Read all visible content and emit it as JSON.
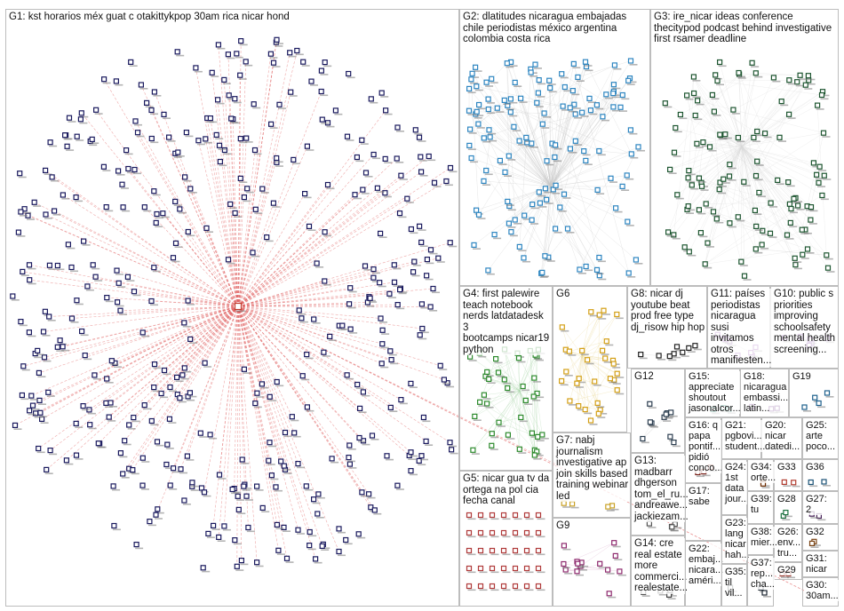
{
  "colors": {
    "G1": "#1a1a5e",
    "G2": "#2e86c1",
    "G3": "#1e5631",
    "G4": "#2e8b2e",
    "G5": "#b03a3a",
    "G6": "#d4a017",
    "G7": "#c9a227",
    "G8": "#222222",
    "G9": "#8e2a6e",
    "G10": "#7a3ea1",
    "G11": "#9b59b6",
    "edge_red": "#e06060",
    "edge_gray": "#c8c8c8",
    "border": "#bdbdbd"
  },
  "groups": [
    {
      "id": "G1",
      "label": "G1: kst horarios méx guat c otakittykpop 30am rica nicar hond"
    },
    {
      "id": "G2",
      "label": "G2: dlatitudes nicaragua embajadas\nchile periodistas méxico argentina\ncolombia costa rica"
    },
    {
      "id": "G3",
      "label": "G3: ire_nicar ideas conference\nthecitypod podcast behind investigative\nfirst rsamer deadline"
    },
    {
      "id": "G4",
      "label": "G4: first palewire\nteach notebook\nnerds latdatadesk 3\nbootcamps nicar19\npython"
    },
    {
      "id": "G5",
      "label": "G5: nicar gua tv da\nortega na pol cia\nfecha canal"
    },
    {
      "id": "G6",
      "label": "G6"
    },
    {
      "id": "G7",
      "label": "G7: nabj\njournalism\ninvestigative ap\njoin skills based\ntraining webinar\nled"
    },
    {
      "id": "G8",
      "label": "G8: nicar dj\nyoutube beat\nprod free type\ndj_risow hip hop"
    },
    {
      "id": "G9",
      "label": "G9"
    },
    {
      "id": "G10",
      "label": "G10: public s\npriorities\nimproving\nschoolsafety\nmental health\nscreening..."
    },
    {
      "id": "G11",
      "label": "G11: países\nperiodistas\nnicaragua susi\ninvitamos\notros\nmanifiesten..."
    },
    {
      "id": "G12",
      "label": "G12"
    },
    {
      "id": "G13",
      "label": "G13:\nmadbarr\ndhgerson\ntom_el_ru...\nandreawe...\njackiezam..."
    },
    {
      "id": "G14",
      "label": "G14: cre\nreal estate\nmore\ncommerci...\nrealestate..."
    },
    {
      "id": "G15",
      "label": "G15:\nappreciate\nshoutout\njasonalcor..."
    },
    {
      "id": "G16",
      "label": "G16: q\npapa\npontif...\npidió\nconco..."
    },
    {
      "id": "G17",
      "label": "G17:\nsabe"
    },
    {
      "id": "G18",
      "label": "G18:\nnicaragua\nembassi...\nlatin..."
    },
    {
      "id": "G19",
      "label": "G19"
    },
    {
      "id": "G20",
      "label": "G20:\nnicar\ndatedi..."
    },
    {
      "id": "G21",
      "label": "G21:\npgbovi...\nstudent..."
    },
    {
      "id": "G22",
      "label": "G22:\nembaj...\nnicara...\naméri..."
    },
    {
      "id": "G23",
      "label": "G23:\nlang\nnicar\nhah..."
    },
    {
      "id": "G24",
      "label": "G24:\n1st\ndata\njour..."
    },
    {
      "id": "G25",
      "label": "G25:\narte\npoco..."
    },
    {
      "id": "G26",
      "label": "G26:\nenv...\ntru..."
    },
    {
      "id": "G27",
      "label": "G27:\n2"
    },
    {
      "id": "G28",
      "label": "G28"
    },
    {
      "id": "G29",
      "label": "G29"
    },
    {
      "id": "G30",
      "label": "G30:\n30am..."
    },
    {
      "id": "G31",
      "label": "G31:\nnicar"
    },
    {
      "id": "G32",
      "label": "G32"
    },
    {
      "id": "G33",
      "label": "G33"
    },
    {
      "id": "G34",
      "label": "G34:\norte..."
    },
    {
      "id": "G35",
      "label": "G35:\ntil vil..."
    },
    {
      "id": "G36",
      "label": "G36"
    },
    {
      "id": "G37",
      "label": "G37:\nrep...\ncha..."
    },
    {
      "id": "G38",
      "label": "G38:\nmier..."
    },
    {
      "id": "G39",
      "label": "G39:\ntu"
    }
  ]
}
